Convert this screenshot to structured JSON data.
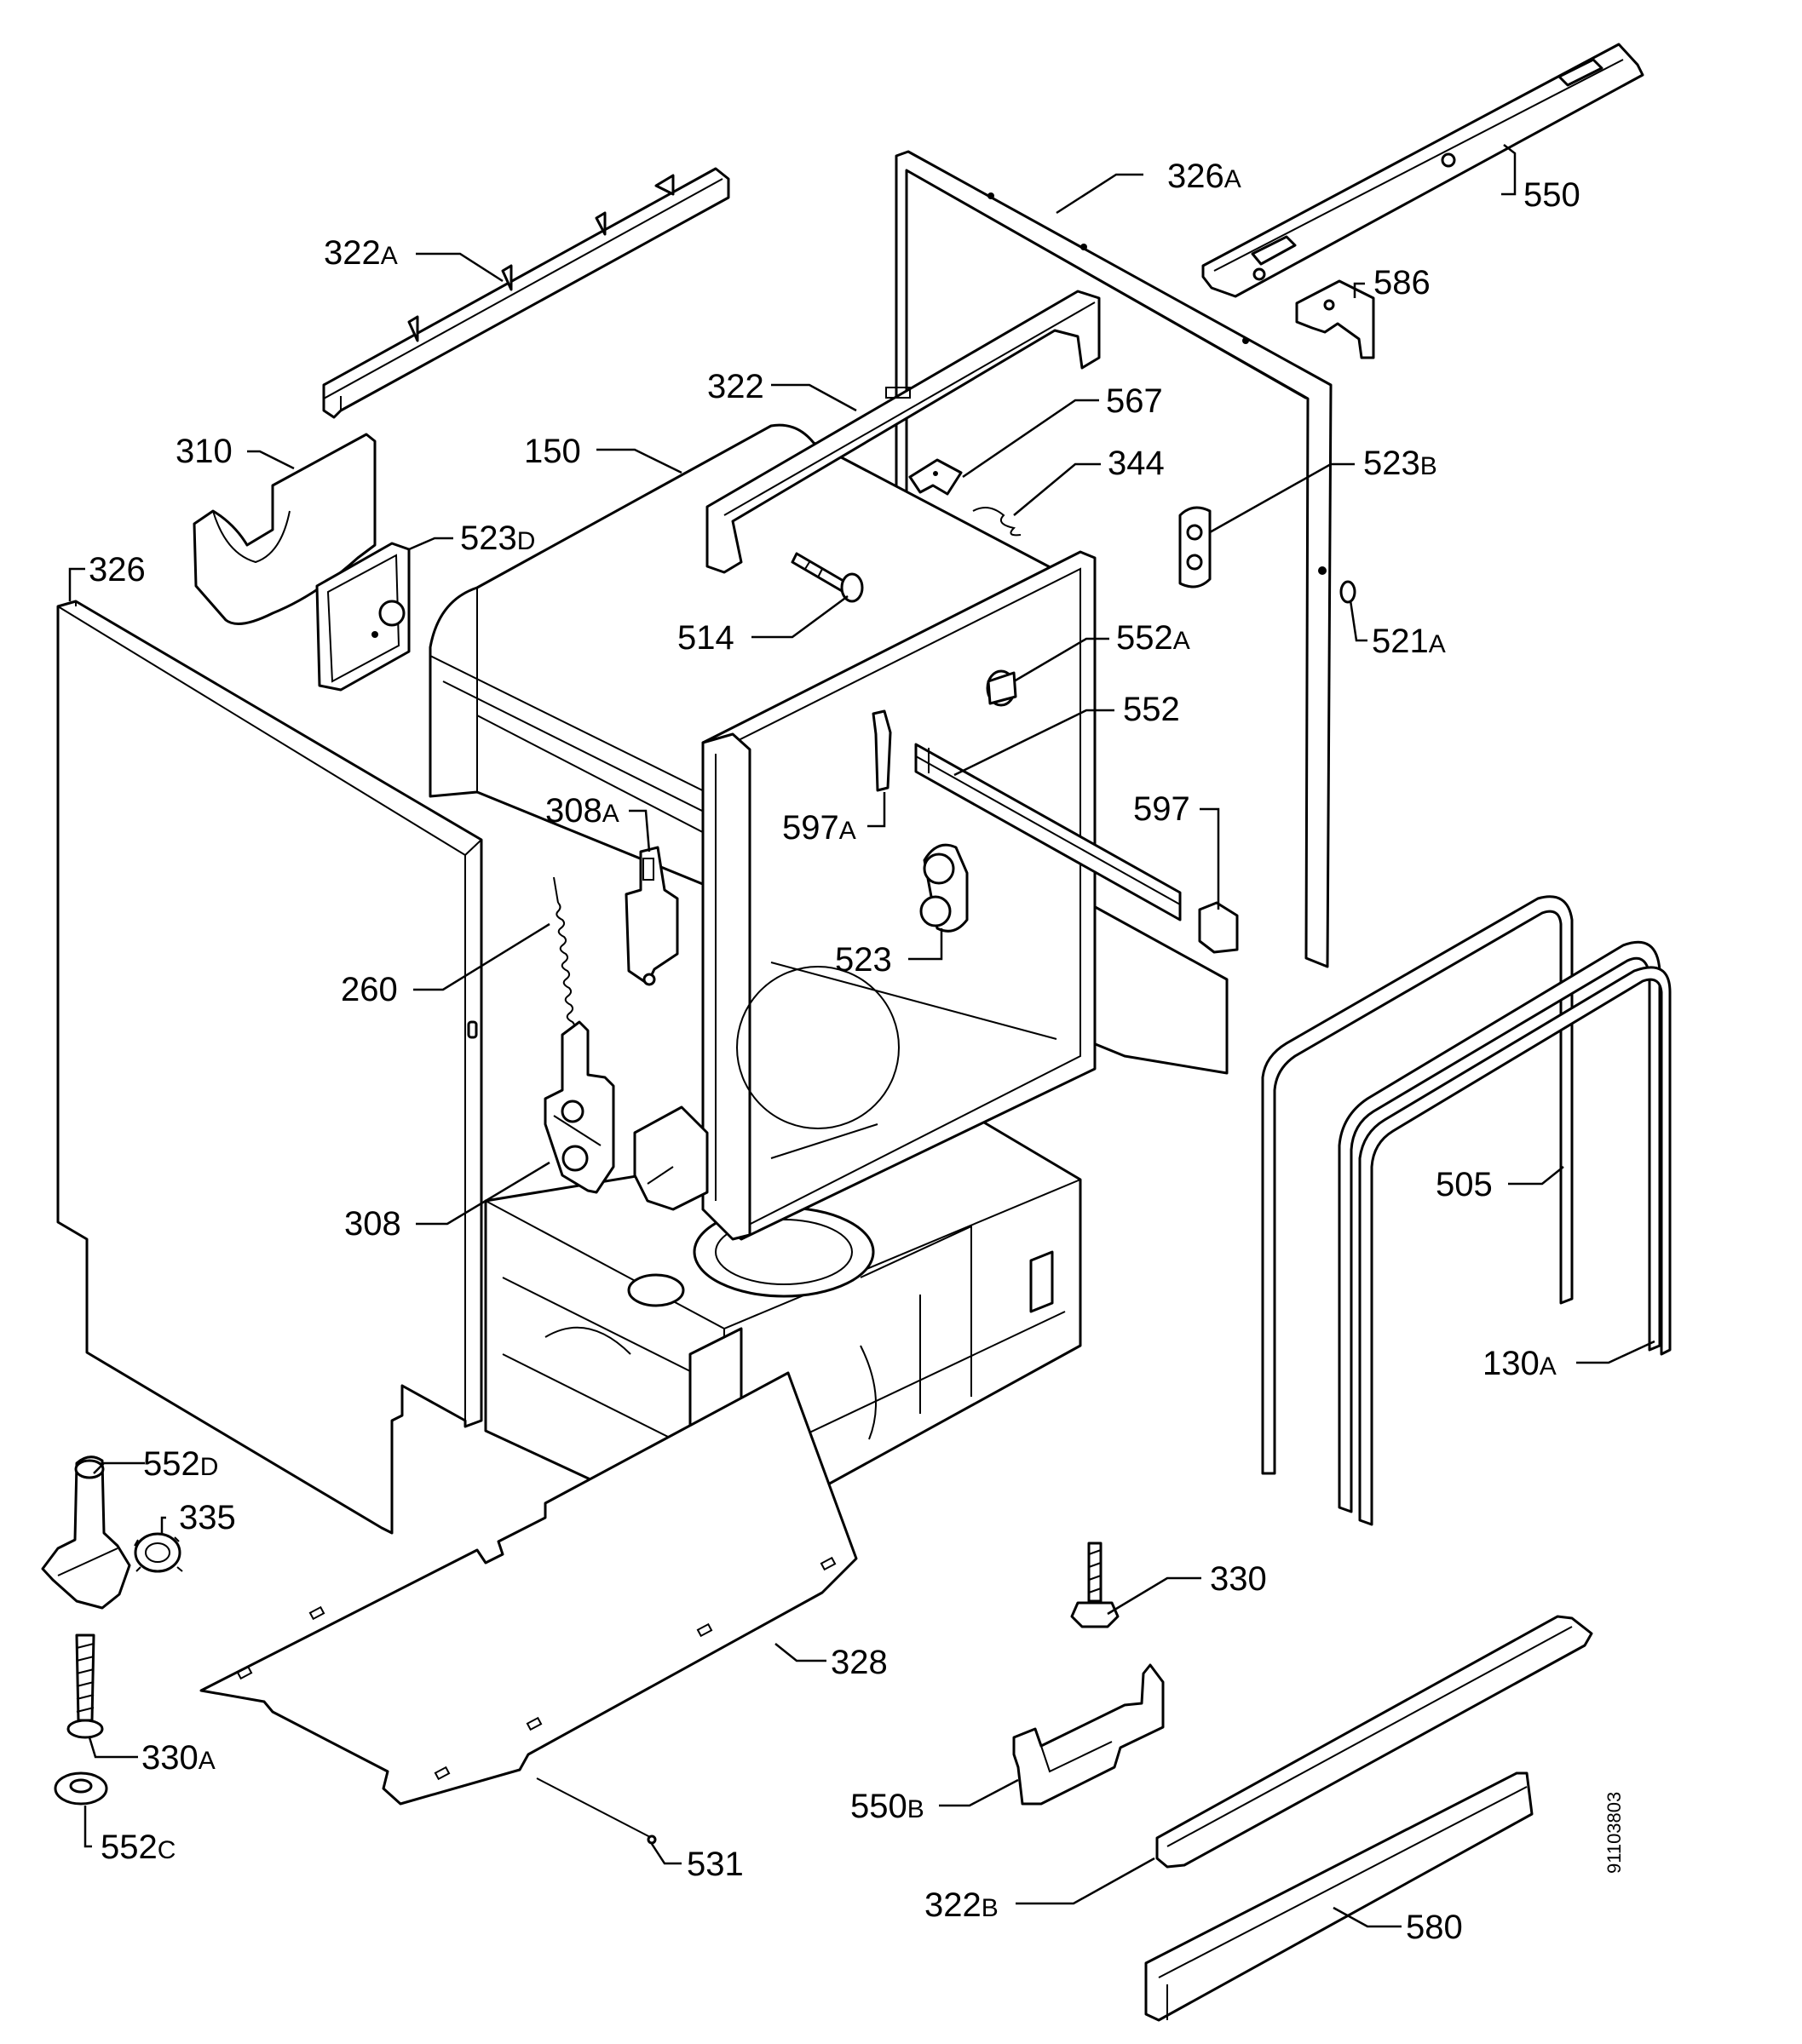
{
  "diagram": {
    "doc_number": "91103803",
    "labels": [
      {
        "id": "322A",
        "num": "322",
        "sfx": "A"
      },
      {
        "id": "326A",
        "num": "326",
        "sfx": "A"
      },
      {
        "id": "550",
        "num": "550",
        "sfx": ""
      },
      {
        "id": "586",
        "num": "586",
        "sfx": ""
      },
      {
        "id": "322",
        "num": "322",
        "sfx": ""
      },
      {
        "id": "567",
        "num": "567",
        "sfx": ""
      },
      {
        "id": "310",
        "num": "310",
        "sfx": ""
      },
      {
        "id": "150",
        "num": "150",
        "sfx": ""
      },
      {
        "id": "344",
        "num": "344",
        "sfx": ""
      },
      {
        "id": "523B",
        "num": "523",
        "sfx": "B"
      },
      {
        "id": "523D",
        "num": "523",
        "sfx": "D"
      },
      {
        "id": "326",
        "num": "326",
        "sfx": ""
      },
      {
        "id": "514",
        "num": "514",
        "sfx": ""
      },
      {
        "id": "552A",
        "num": "552",
        "sfx": "A"
      },
      {
        "id": "521A",
        "num": "521",
        "sfx": "A"
      },
      {
        "id": "552",
        "num": "552",
        "sfx": ""
      },
      {
        "id": "308A",
        "num": "308",
        "sfx": "A"
      },
      {
        "id": "597A",
        "num": "597",
        "sfx": "A"
      },
      {
        "id": "597",
        "num": "597",
        "sfx": ""
      },
      {
        "id": "260",
        "num": "260",
        "sfx": ""
      },
      {
        "id": "523",
        "num": "523",
        "sfx": ""
      },
      {
        "id": "308",
        "num": "308",
        "sfx": ""
      },
      {
        "id": "505",
        "num": "505",
        "sfx": ""
      },
      {
        "id": "130A",
        "num": "130",
        "sfx": "A"
      },
      {
        "id": "552D",
        "num": "552",
        "sfx": "D"
      },
      {
        "id": "335",
        "num": "335",
        "sfx": ""
      },
      {
        "id": "330",
        "num": "330",
        "sfx": ""
      },
      {
        "id": "328",
        "num": "328",
        "sfx": ""
      },
      {
        "id": "330A",
        "num": "330",
        "sfx": "A"
      },
      {
        "id": "550B",
        "num": "550",
        "sfx": "B"
      },
      {
        "id": "552C",
        "num": "552",
        "sfx": "C"
      },
      {
        "id": "531",
        "num": "531",
        "sfx": ""
      },
      {
        "id": "322B",
        "num": "322",
        "sfx": "B"
      },
      {
        "id": "580",
        "num": "580",
        "sfx": ""
      }
    ]
  }
}
